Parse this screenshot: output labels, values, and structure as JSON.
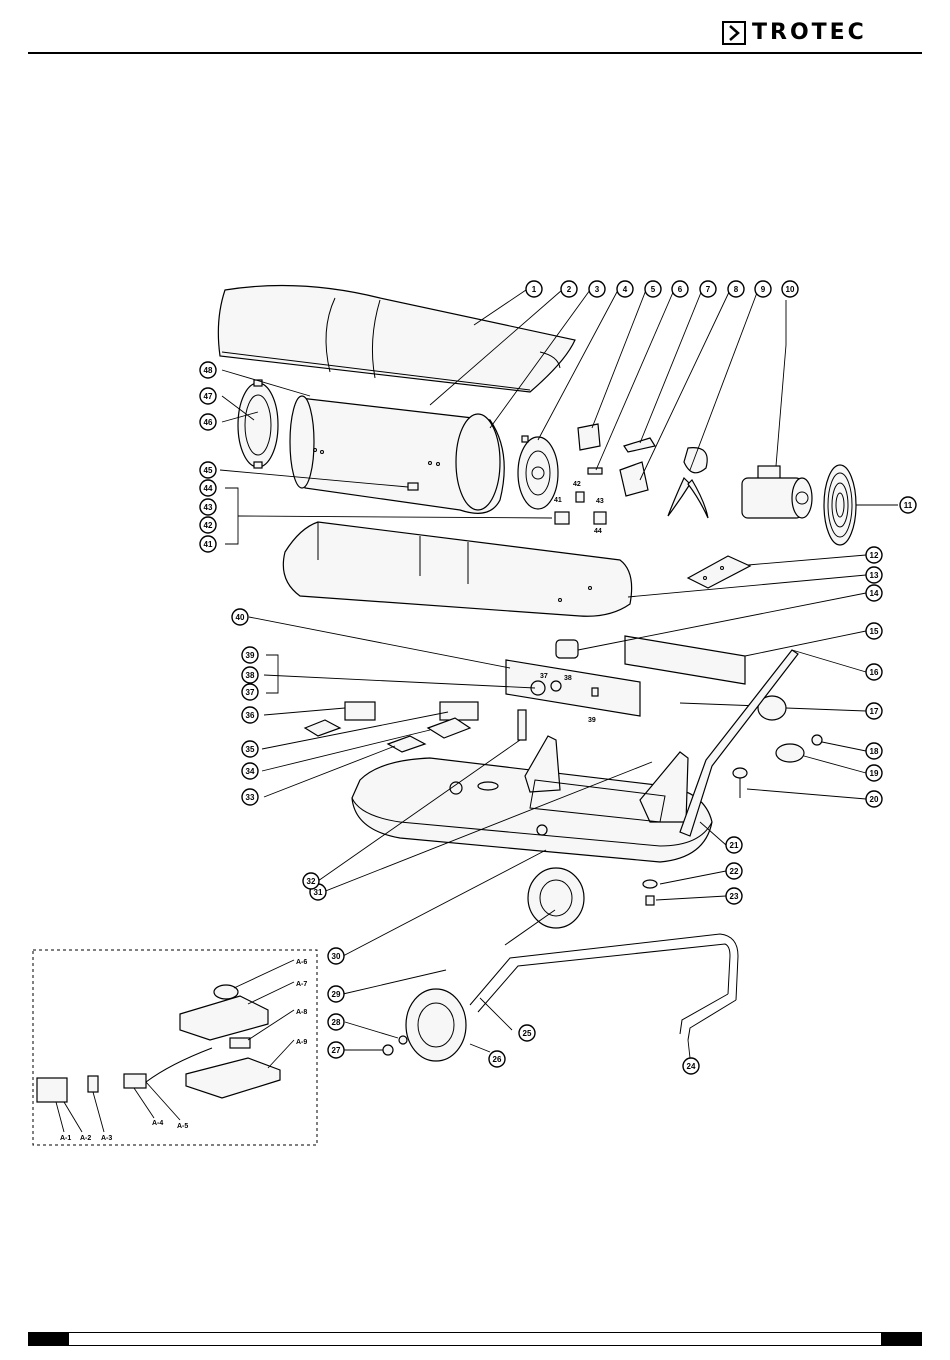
{
  "header": {
    "brand": "TROTEC"
  },
  "diagram": {
    "callouts": [
      "1",
      "2",
      "3",
      "4",
      "5",
      "6",
      "7",
      "8",
      "9",
      "10",
      "11",
      "12",
      "13",
      "14",
      "15",
      "16",
      "17",
      "18",
      "19",
      "20",
      "21",
      "22",
      "23",
      "24",
      "25",
      "26",
      "27",
      "28",
      "29",
      "30",
      "31",
      "32",
      "33",
      "34",
      "35",
      "36",
      "37",
      "38",
      "39",
      "40",
      "41",
      "42",
      "43",
      "44",
      "45",
      "46",
      "47",
      "48"
    ],
    "inline_labels": [
      "41",
      "42",
      "43",
      "44",
      "37",
      "38",
      "39"
    ],
    "kit_labels": [
      "A-1",
      "A-2",
      "A-3",
      "A-4",
      "A-5",
      "A-6",
      "A-7",
      "A-8",
      "A-9"
    ]
  },
  "icons": {
    "logo": "trotec-chevron-logo-icon"
  }
}
